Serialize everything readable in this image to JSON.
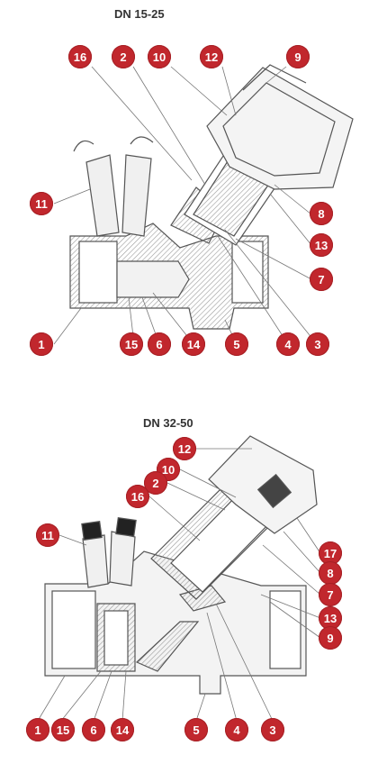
{
  "titles": {
    "top": "DN 15-25",
    "bottom": "DN 32-50"
  },
  "colors": {
    "badge": "#c1272d",
    "line": "#555555",
    "fill": "#e6e6e6",
    "hatch": "#9a9a9a"
  },
  "top_badges": [
    "16",
    "2",
    "10",
    "12",
    "9",
    "11",
    "8",
    "13",
    "7",
    "1",
    "15",
    "6",
    "14",
    "5",
    "4",
    "3"
  ],
  "bottom_badges": [
    "12",
    "10",
    "2",
    "16",
    "11",
    "17",
    "8",
    "7",
    "13",
    "9",
    "1",
    "15",
    "6",
    "14",
    "5",
    "4",
    "3"
  ]
}
